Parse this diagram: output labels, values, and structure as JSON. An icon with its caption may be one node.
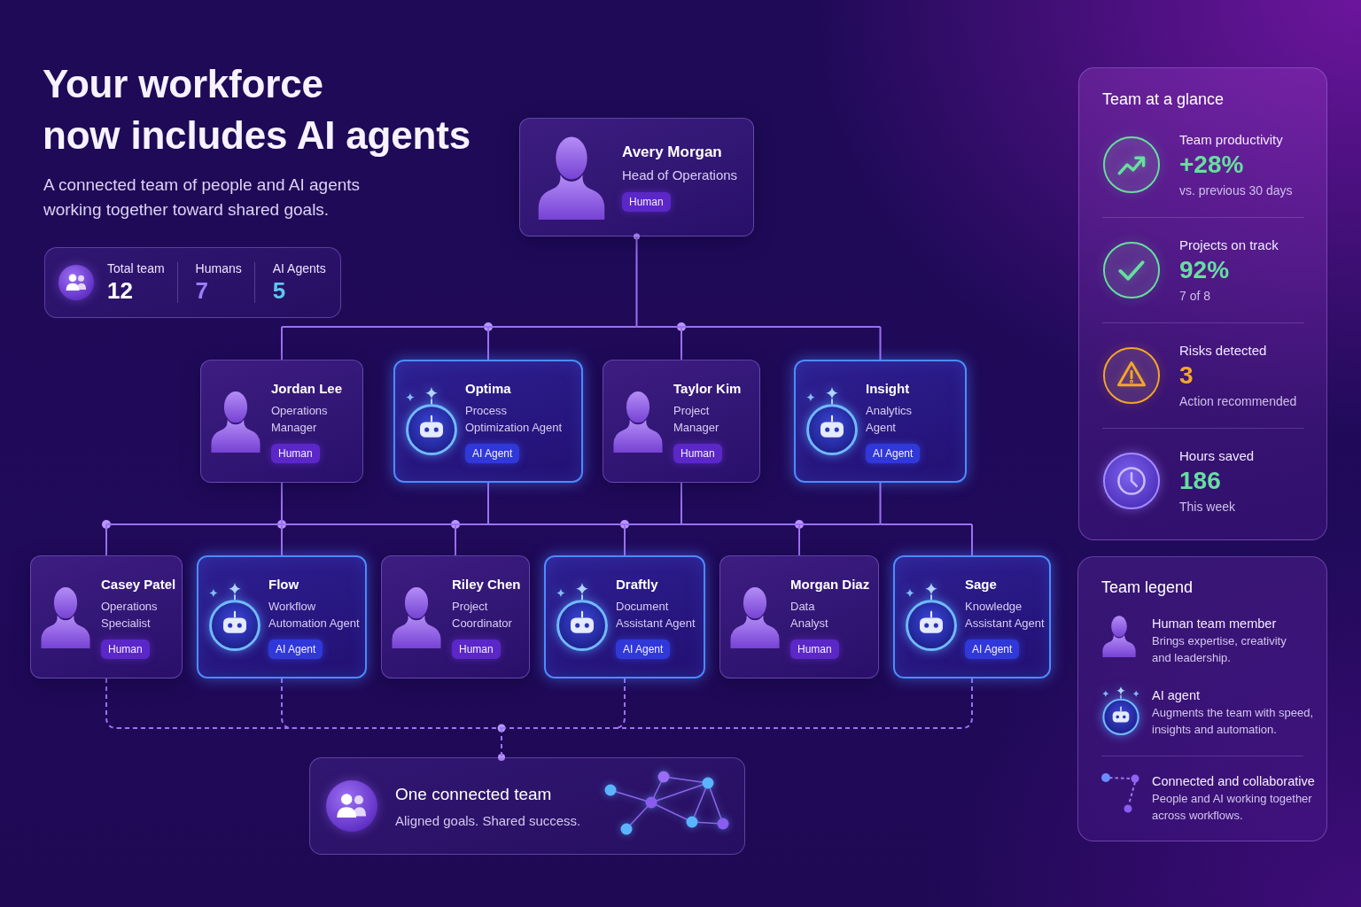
{
  "diagram": {
    "title": "Your workforce now includes AI agents",
    "nodes": [
      {
        "text": [
          "Total team",
          "12",
          "Humans",
          "7",
          "AI Agents",
          "5"
        ]
      },
      {
        "text": [
          "Avery Morgan",
          "Head of Operations",
          "Human"
        ]
      },
      {
        "text": [
          "Jordan Lee",
          "Operations Manager",
          "Human"
        ]
      },
      {
        "text": [
          "Optima",
          "Process Optimization Agent",
          "AI Agent"
        ]
      },
      {
        "text": [
          "Taylor Kim",
          "Project Manager",
          "Human"
        ]
      },
      {
        "text": [
          "Insight",
          "Analytics Agent",
          "AI Agent"
        ]
      },
      {
        "text": [
          "Casey Patel",
          "Operations Specialist",
          "Human"
        ]
      },
      {
        "text": [
          "Flow",
          "Workflow Automation Agent",
          "AI Agent"
        ]
      },
      {
        "text": [
          "Riley Chen",
          "Project Coordinator",
          "Human"
        ]
      },
      {
        "text": [
          "Draftly",
          "Document Assistant Agent",
          "AI Agent"
        ]
      },
      {
        "text": [
          "Morgan Diaz",
          "Data Analyst",
          "Human"
        ]
      },
      {
        "text": [
          "Sage",
          "Knowledge Assistant Agent",
          "AI Agent"
        ]
      },
      {
        "text": [
          "One connected team",
          "Aligned goals. Shared success."
        ]
      },
      {
        "text": [
          "Team at a glance",
          "Team productivity",
          "+28%",
          "vs. previous 30 days",
          "Projects on track",
          "92%",
          "7 of 8",
          "Risks detected",
          "3",
          "Action recommended",
          "Hours saved",
          "186",
          "This week"
        ]
      },
      {
        "text": [
          "Team legend"
        ]
      }
    ],
    "edges": [
      {
        "from": 1,
        "to": 2,
        "arrow": "none"
      },
      {
        "from": 1,
        "to": 3,
        "arrow": "none"
      },
      {
        "from": 1,
        "to": 4,
        "arrow": "none"
      },
      {
        "from": 1,
        "to": 5,
        "arrow": "none"
      },
      {
        "from": 2,
        "to": 6,
        "arrow": "none"
      },
      {
        "from": 2,
        "to": 7,
        "arrow": "none"
      },
      {
        "from": 2,
        "to": 8,
        "arrow": "none"
      },
      {
        "from": 2,
        "to": 9,
        "arrow": "none"
      },
      {
        "from": 2,
        "to": 10,
        "arrow": "none"
      },
      {
        "from": 2,
        "to": 11,
        "arrow": "none"
      },
      {
        "from": 3,
        "to": 6,
        "arrow": "none"
      },
      {
        "from": 3,
        "to": 7,
        "arrow": "none"
      },
      {
        "from": 3,
        "to": 8,
        "arrow": "none"
      },
      {
        "from": 3,
        "to": 9,
        "arrow": "none"
      },
      {
        "from": 3,
        "to": 10,
        "arrow": "none"
      },
      {
        "from": 3,
        "to": 11,
        "arrow": "none"
      },
      {
        "from": 4,
        "to": 6,
        "arrow": "none"
      },
      {
        "from": 4,
        "to": 7,
        "arrow": "none"
      },
      {
        "from": 4,
        "to": 8,
        "arrow": "none"
      },
      {
        "from": 4,
        "to": 9,
        "arrow": "none"
      },
      {
        "from": 4,
        "to": 10,
        "arrow": "none"
      },
      {
        "from": 4,
        "to": 11,
        "arrow": "none"
      },
      {
        "from": 5,
        "to": 6,
        "arrow": "none"
      },
      {
        "from": 5,
        "to": 7,
        "arrow": "none"
      },
      {
        "from": 5,
        "to": 8,
        "arrow": "none"
      },
      {
        "from": 5,
        "to": 9,
        "arrow": "none"
      },
      {
        "from": 5,
        "to": 10,
        "arrow": "none"
      },
      {
        "from": 5,
        "to": 11,
        "arrow": "none"
      },
      {
        "from": 6,
        "to": 12,
        "arrow": "none",
        "style": "dashed"
      },
      {
        "from": 7,
        "to": 12,
        "arrow": "none",
        "style": "dashed"
      },
      {
        "from": 9,
        "to": 12,
        "arrow": "none",
        "style": "dashed"
      },
      {
        "from": 11,
        "to": 12,
        "arrow": "none",
        "style": "dashed"
      }
    ],
    "labels": [
      "A connected team of people and AI agents working together toward shared goals.",
      "Brings expertise, creativity and leadership.",
      "Augments the team with speed, insights and automation.",
      "People and AI working together across workflows."
    ],
    "legend": [
      {
        "text": "Human team member"
      },
      {
        "text": "AI agent"
      },
      {
        "text": "Connected and collaborative"
      }
    ]
  }
}
